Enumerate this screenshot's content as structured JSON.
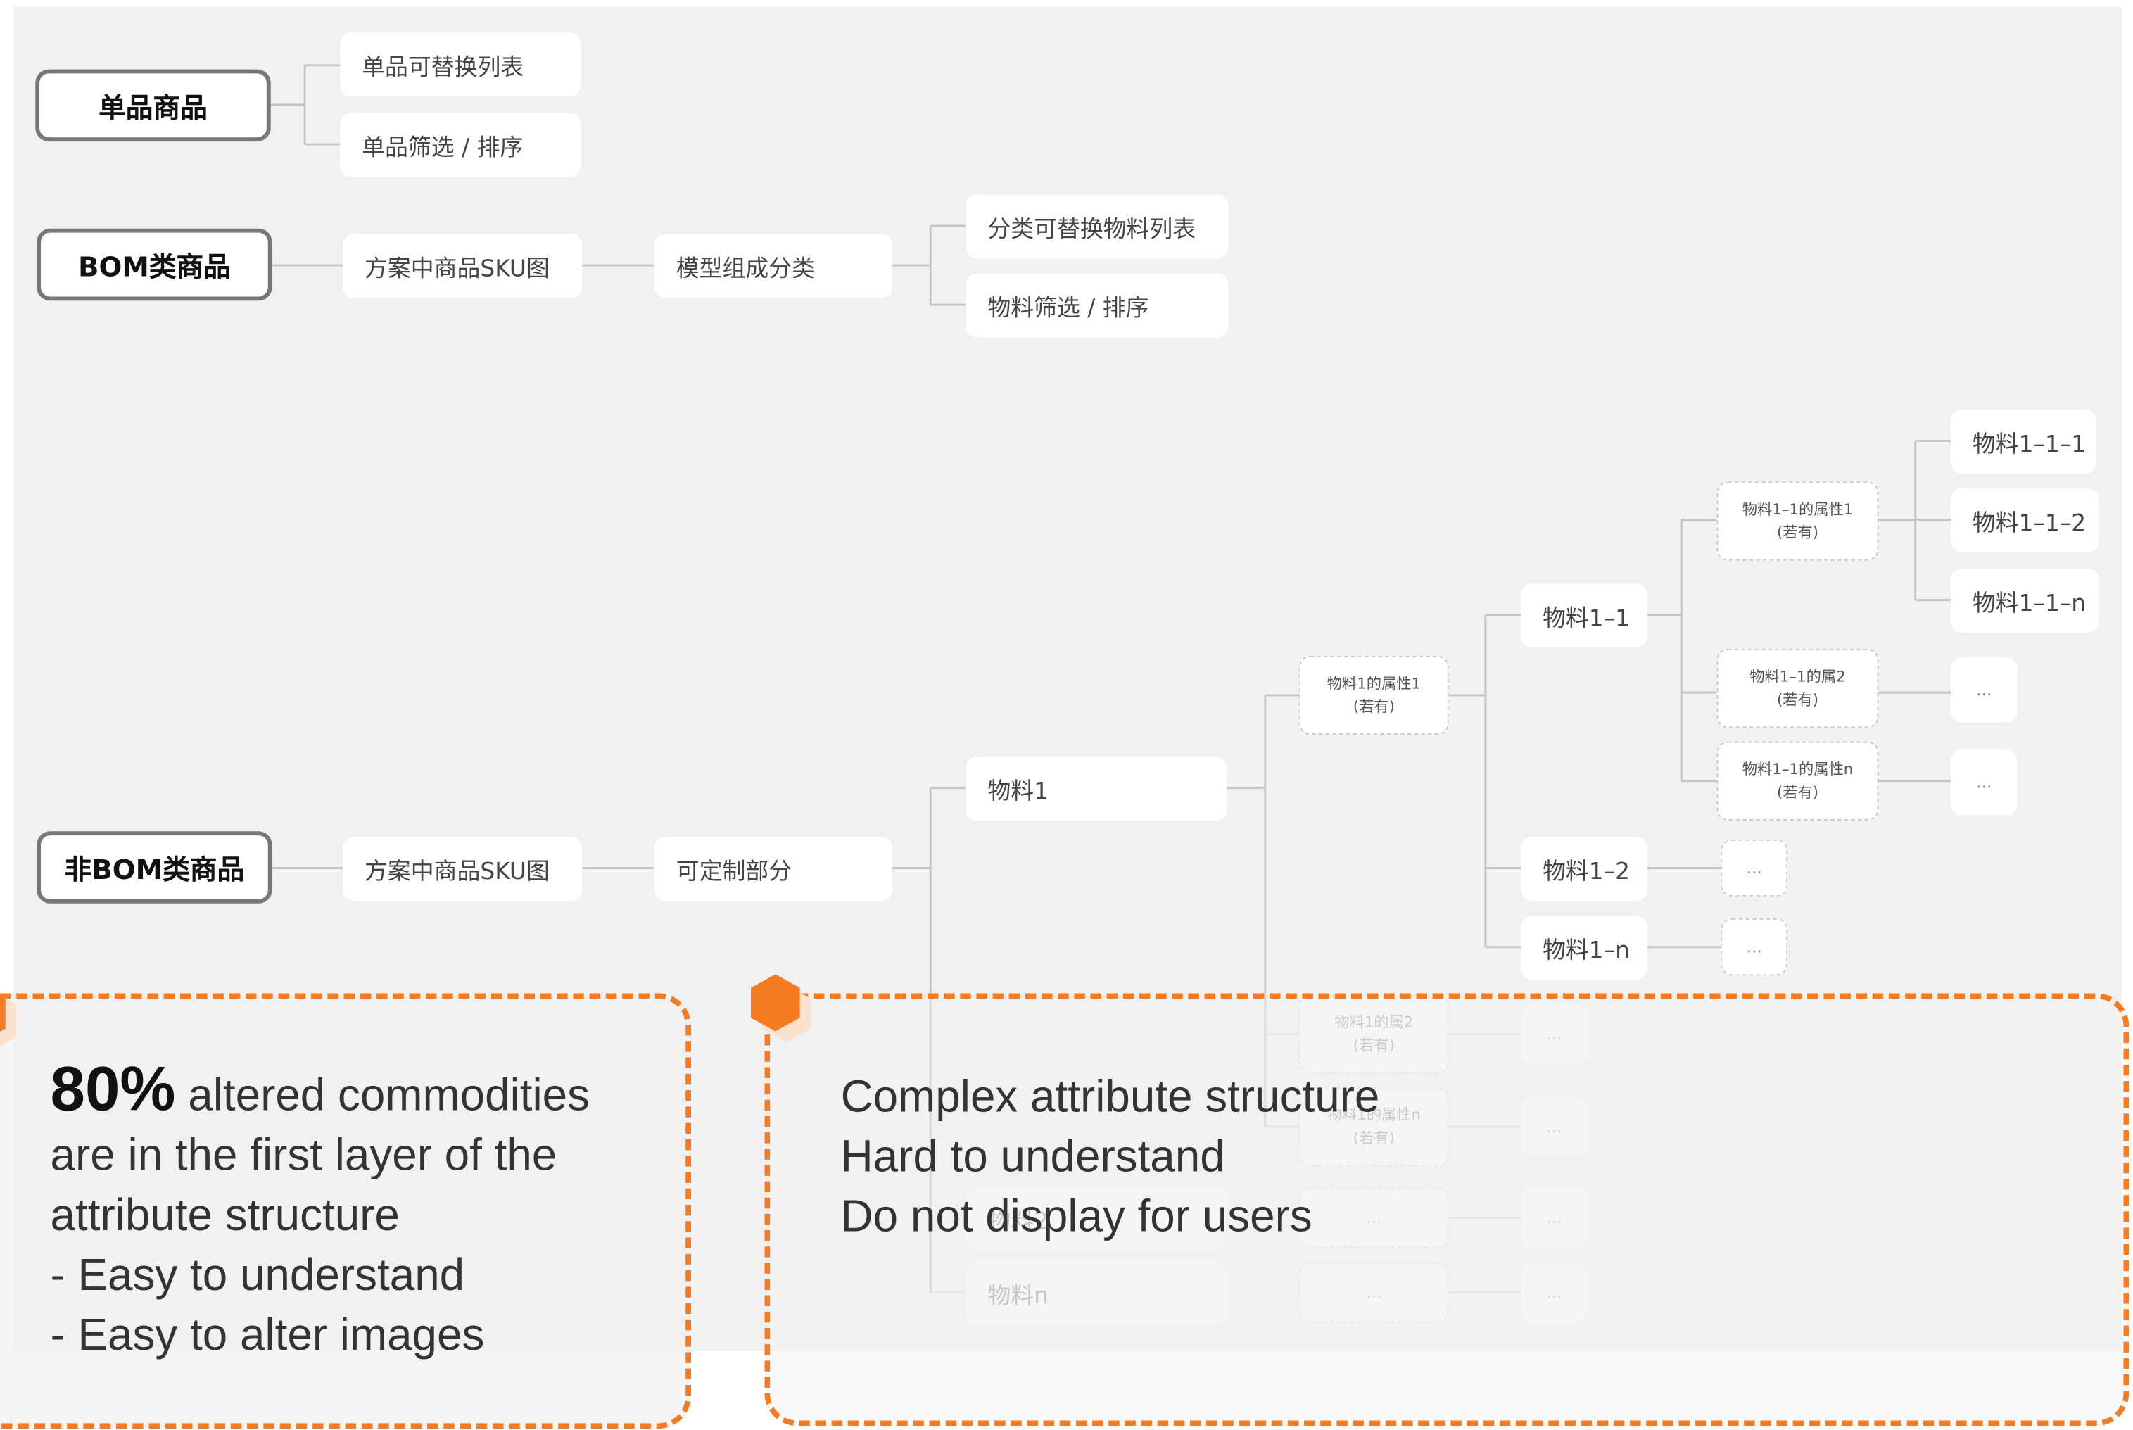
{
  "roots": {
    "single": "单品商品",
    "bom": "BOM类商品",
    "non_bom": "非BOM类商品"
  },
  "single_branch": {
    "replace_list": "单品可替换列表",
    "filter_sort": "单品筛选 / 排序"
  },
  "bom_branch": {
    "sku_image": "方案中商品SKU图",
    "model_category": "模型组成分类",
    "replace_list": "分类可替换物料列表",
    "filter_sort": "物料筛选 / 排序"
  },
  "non_bom_branch": {
    "sku_image": "方案中商品SKU图",
    "customizable": "可定制部分",
    "material1": "物料1",
    "material_n": "物料n",
    "material2": "物料2",
    "m1_attr1_line1": "物料1的属性1",
    "m1_attr2_line1": "物料1的属2",
    "m1_attrn_line1": "物料1的属性n",
    "if_any": "(若有)",
    "m1_1": "物料1–1",
    "m1_2": "物料1–2",
    "m1_n": "物料1–n",
    "m11_attr1_line1": "物料1–1的属性1",
    "m11_attr2_line1": "物料1–1的属2",
    "m11_attrn_line1": "物料1–1的属性n",
    "m1_1_1": "物料1–1–1",
    "m1_1_2": "物料1–1–2",
    "m1_1_n": "物料1–1–n",
    "ellipsis": "..."
  },
  "callouts": {
    "left": {
      "percent": "80%",
      "line1_rest": " altered commodities",
      "line2": "are in the first layer of the",
      "line3": "attribute structure",
      "line4": "- Easy to understand",
      "line5": "- Easy to alter images"
    },
    "right": {
      "line1": "Complex attribute structure",
      "line2": "Hard to understand",
      "line3": "Do not display for users"
    }
  },
  "colors": {
    "accent": "#f57b22",
    "canvas": "#f1f1f1",
    "node": "#ffffff",
    "connector": "#c4c4c4"
  }
}
